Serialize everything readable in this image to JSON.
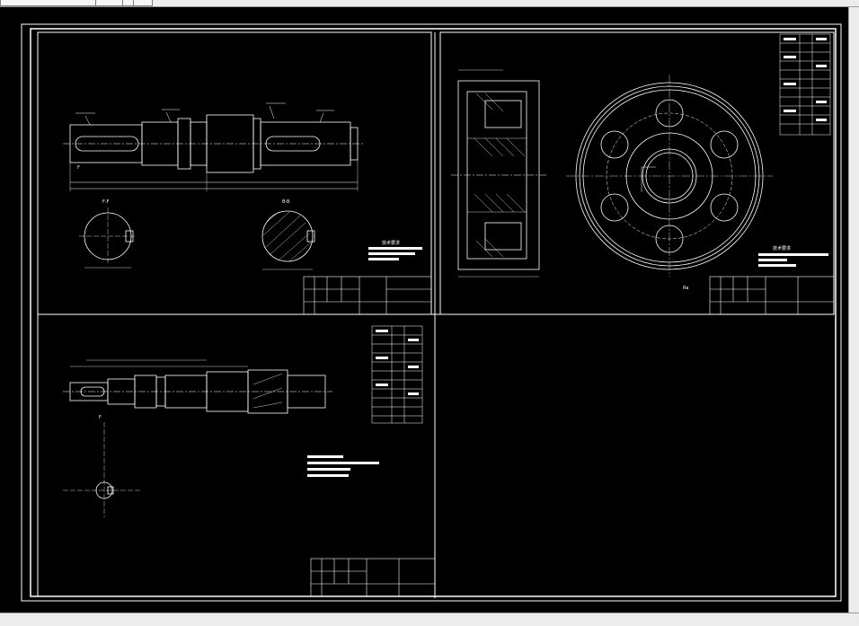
{
  "window": {
    "title": ""
  },
  "drawing": {
    "sheet_type": "CAD engineering drawing",
    "panels": [
      {
        "id": "shaft",
        "section_labels": [
          "F-F",
          "B-B"
        ]
      },
      {
        "id": "gear",
        "note_heading": "技术要求"
      },
      {
        "id": "gear-shaft"
      },
      {
        "id": "empty"
      }
    ],
    "shaft_note_heading": "技术要求",
    "gear_note_heading": "技术要求",
    "roughness_mark": "Ra",
    "view_marks": {
      "top_left": "F",
      "bottom_left": "F"
    }
  },
  "colors": {
    "background": "#000000",
    "lines": "#ffffff",
    "chrome": "#ececec"
  }
}
